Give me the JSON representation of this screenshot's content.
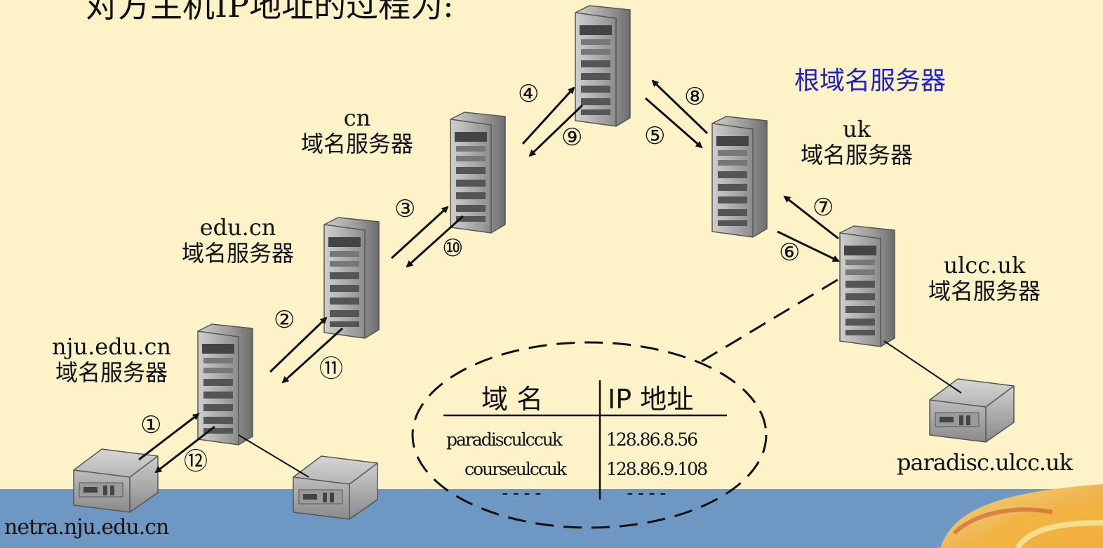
{
  "title": "对方主机IP地址的过程为:",
  "root_server": {
    "label": "根域名服务器"
  },
  "servers": {
    "cn": {
      "name": "cn",
      "label": "域名服务器"
    },
    "edu_cn": {
      "name": "edu.cn",
      "label": "域名服务器"
    },
    "nju": {
      "name": "nju.edu.cn",
      "label": "域名服务器"
    },
    "uk": {
      "name": "uk",
      "label": "域名服务器"
    },
    "ulcc": {
      "name": "ulcc.uk",
      "label": "域名服务器"
    }
  },
  "hosts": {
    "netra": "netra.nju.edu.cn",
    "paradisc": "paradisc.ulcc.uk"
  },
  "steps": [
    "①",
    "②",
    "③",
    "④",
    "⑤",
    "⑥",
    "⑦",
    "⑧",
    "⑨",
    "⑩",
    "⑪",
    "⑫"
  ],
  "table": {
    "headers": [
      "域 名",
      "IP 地址"
    ],
    "rows": [
      [
        "paradisculccuk",
        "128.86.8.56"
      ],
      [
        "courseulccuk",
        "128.86.9.108"
      ]
    ],
    "ellipsis": [
      "----",
      "----"
    ]
  },
  "colors": {
    "background": "#fdf2c8",
    "band": "#6f97c4",
    "root_label": "#1d21c9"
  }
}
